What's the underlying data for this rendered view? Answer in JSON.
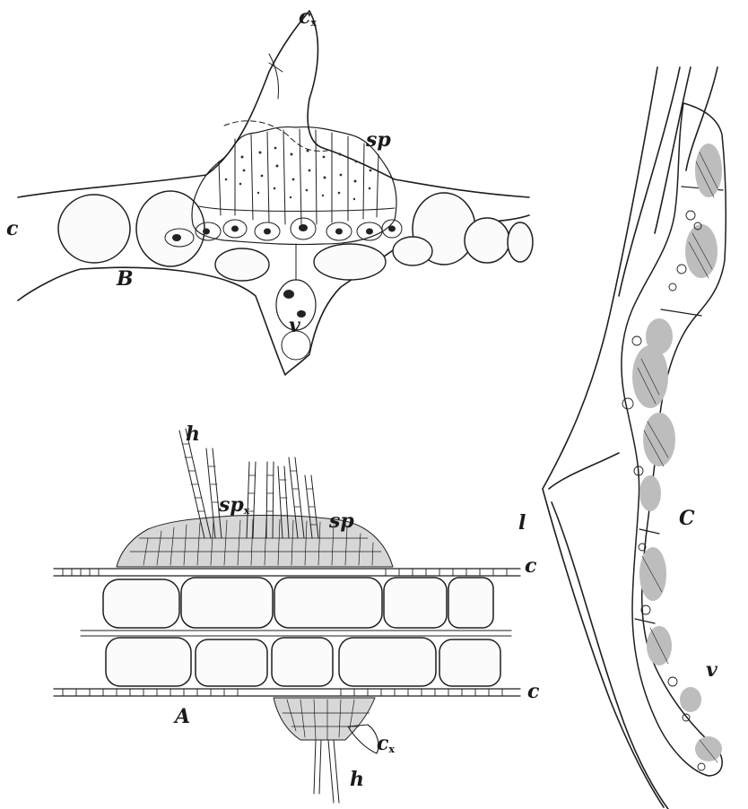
{
  "figure": {
    "panels": [
      {
        "id": "A",
        "label": "A"
      },
      {
        "id": "B",
        "label": "B"
      },
      {
        "id": "C",
        "label": "C"
      }
    ],
    "labels": {
      "B_cx": {
        "main": "c",
        "sub": "x"
      },
      "B_sp": "sp",
      "B_c": "c",
      "B_v": "v",
      "A_h_top": "h",
      "A_spx": {
        "main": "sp",
        "sub": "x"
      },
      "A_sp": "sp",
      "A_c_upper": "c",
      "A_c_lower": "c",
      "A_cx": {
        "main": "c",
        "sub": "x"
      },
      "A_h_bottom": "h",
      "C_l": "l",
      "C_v": "v"
    }
  }
}
